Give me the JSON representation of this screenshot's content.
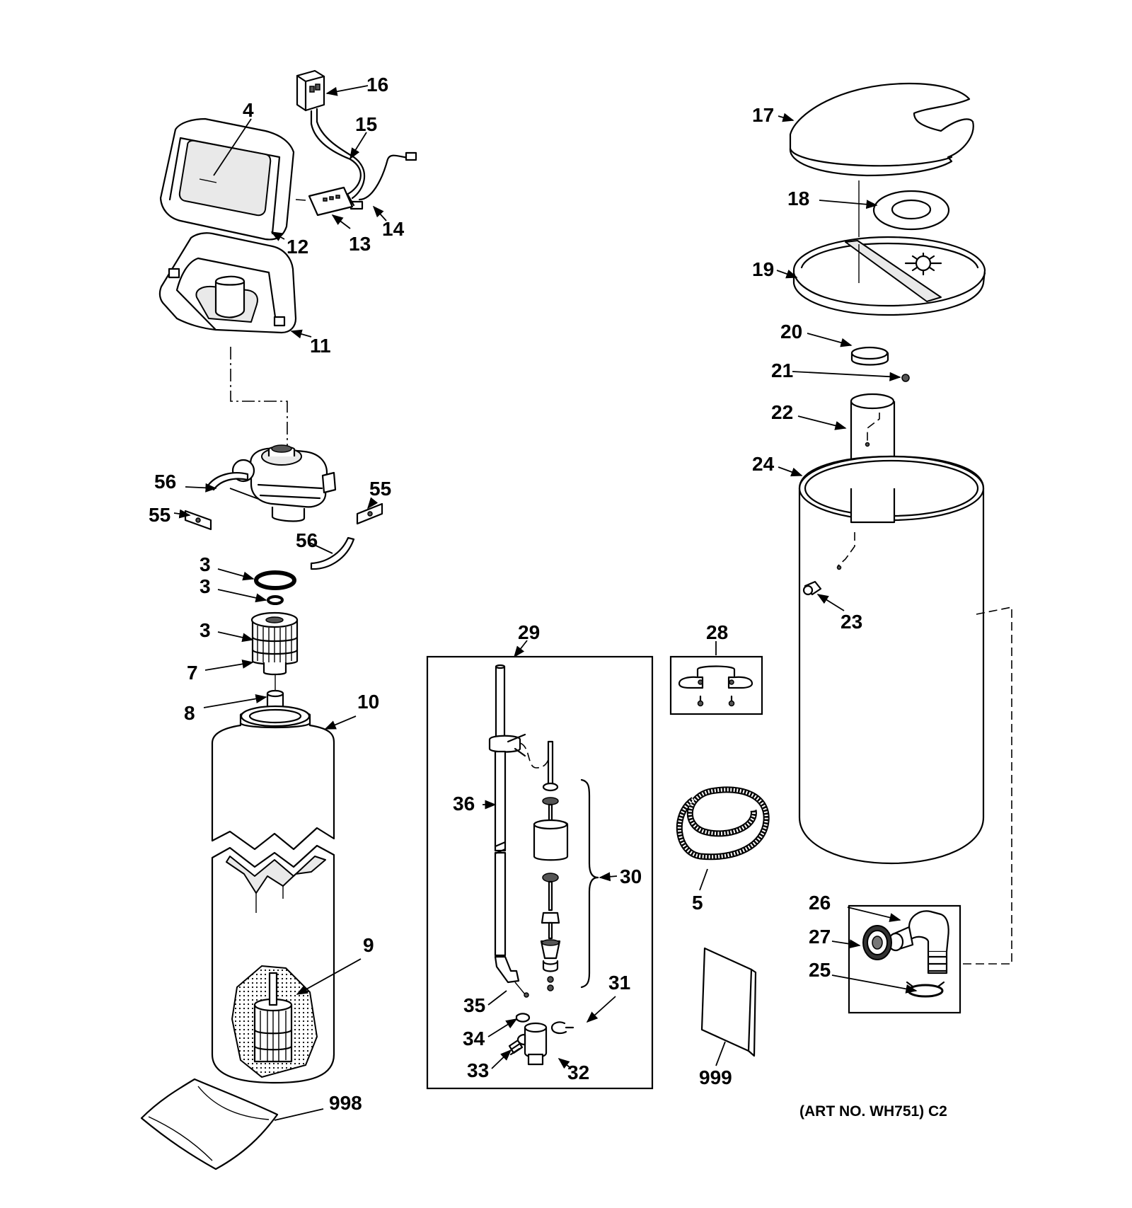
{
  "callouts": {
    "c16": "16",
    "c4": "4",
    "c15": "15",
    "c14": "14",
    "c12": "12",
    "c13": "13",
    "c11": "11",
    "c56a": "56",
    "c55a": "55",
    "c55b": "55",
    "c56b": "56",
    "c3a": "3",
    "c3b": "3",
    "c3c": "3",
    "c7": "7",
    "c8": "8",
    "c10": "10",
    "c9": "9",
    "c998": "998",
    "c29": "29",
    "c36": "36",
    "c30": "30",
    "c35": "35",
    "c34": "34",
    "c33": "33",
    "c32": "32",
    "c31": "31",
    "c28": "28",
    "c5": "5",
    "c999": "999",
    "c17": "17",
    "c18": "18",
    "c19": "19",
    "c20": "20",
    "c21": "21",
    "c22": "22",
    "c24": "24",
    "c23": "23",
    "c26": "26",
    "c27": "27",
    "c25": "25"
  },
  "art_number": "(ART NO. WH751) C2"
}
